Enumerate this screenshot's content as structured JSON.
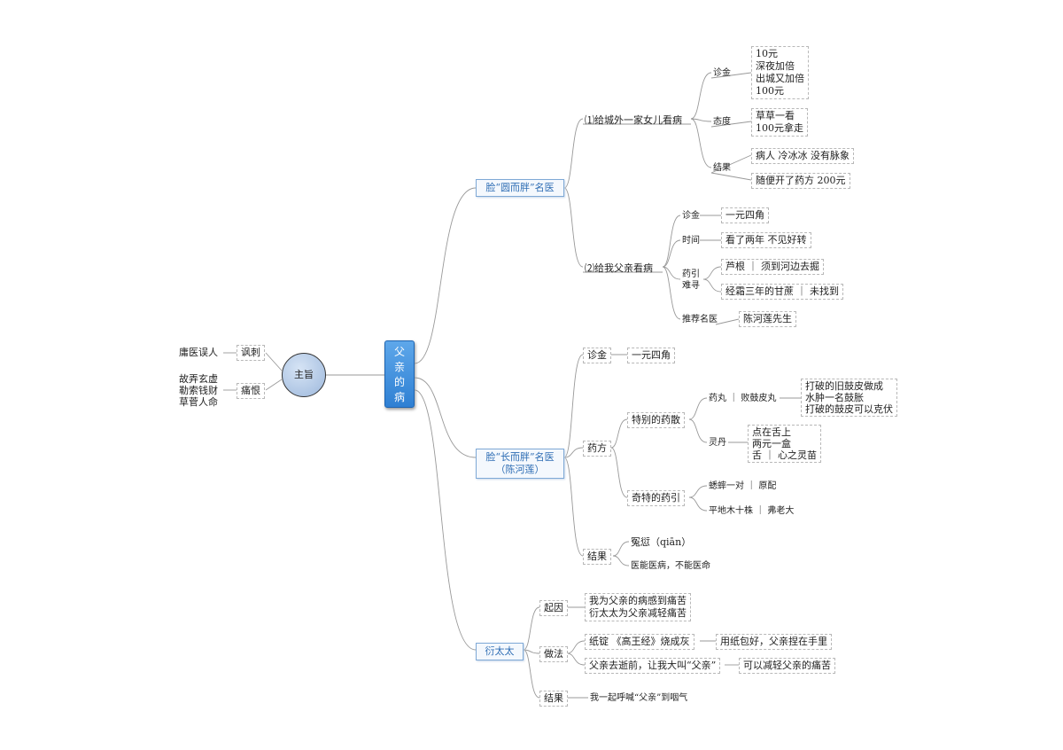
{
  "center_topic": {
    "label": "父\n亲\n的\n病"
  },
  "theme": {
    "label": "主旨",
    "branches": [
      {
        "label": "讽刺",
        "detail": "庸医误人"
      },
      {
        "label": "痛恨",
        "detail": [
          "故弄玄虚",
          "勒索钱财",
          "草菅人命"
        ]
      }
    ]
  },
  "doctor_round": {
    "label": "脸“圆而胖”名医",
    "case1": {
      "label": "⑴给城外一家女儿看病",
      "fee": {
        "label": "诊金",
        "text": [
          "10元",
          "深夜加倍",
          "出城又加倍",
          "100元"
        ]
      },
      "attitude": {
        "label": "态度",
        "text": [
          "草草一看",
          "100元拿走"
        ]
      },
      "result": {
        "label": "结果",
        "items": [
          "病人 冷冰冰 没有脉象",
          "随便开了药方 200元"
        ]
      }
    },
    "case2": {
      "label": "⑵给我父亲看病",
      "fee": {
        "label": "诊金",
        "text": "一元四角"
      },
      "time": {
        "label": "时间",
        "text": "看了两年 不见好转"
      },
      "guide": {
        "label": "药引\n难寻",
        "items": [
          "芦根 ｜ 须到河边去掘",
          "经霜三年的甘蔗 ｜ 未找到"
        ]
      },
      "recommend": {
        "label": "推荐名医",
        "text": "陈河莲先生"
      }
    }
  },
  "doctor_long": {
    "label": "脸“长而胖”名医\n（陈河莲）",
    "fee": {
      "label": "诊金",
      "text": "一元四角"
    },
    "prescription": {
      "label": "药方",
      "special": {
        "label": "特别的药散",
        "pill": {
          "label": "药丸 ｜ 败鼓皮丸",
          "text": [
            "打破的旧鼓皮做成",
            "水肿一名鼓胀",
            "打破的鼓皮可以克伏"
          ]
        },
        "elixir": {
          "label": "灵丹",
          "text": [
            "点在舌上",
            "两元一盒",
            "舌 ｜ 心之灵苗"
          ]
        }
      },
      "strange": {
        "label": "奇特的药引",
        "items": [
          "蟋蟀一对 ｜ 原配",
          "平地木十株 ｜ 弗老大"
        ]
      }
    },
    "result": {
      "label": "结果",
      "items": [
        "冤愆（qiān）",
        "医能医病，不能医命"
      ]
    }
  },
  "yan_taitai": {
    "label": "衍太太",
    "cause": {
      "label": "起因",
      "text": [
        "我为父亲的病感到痛苦",
        "衍太太为父亲减轻痛苦"
      ]
    },
    "method": {
      "label": "做法",
      "step1": {
        "text": "纸锭 《高王经》烧成灰",
        "detail": "用纸包好，父亲捏在手里"
      },
      "step2": {
        "text": "父亲去逝前，让我大叫“父亲”",
        "detail": "可以减轻父亲的痛苦"
      }
    },
    "result": {
      "label": "结果",
      "text": "我一起呼喊“父亲”到咽气"
    }
  },
  "colors": {
    "line": "#999999",
    "accent": "#2e6db4",
    "center_fill": "#3b8ce0",
    "circle_fill": "#b7cde8"
  }
}
